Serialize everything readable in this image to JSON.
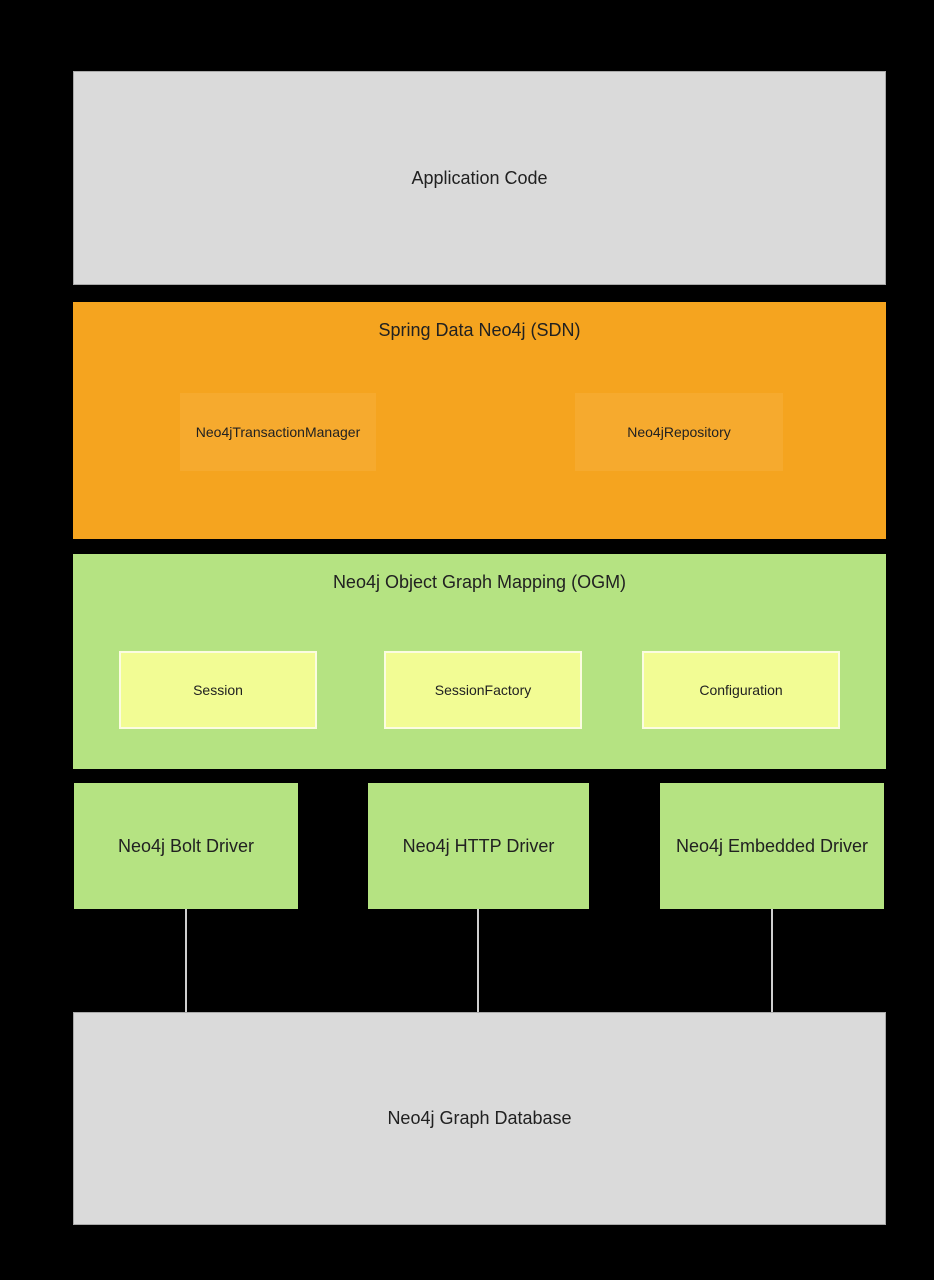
{
  "colors": {
    "background": "#000000",
    "gray_box": "#dadada",
    "gray_box_border": "#a9a9a9",
    "sdn_orange": "#f5a41f",
    "sdn_inner_orange": "#f6aa2e",
    "green": "#b5e382",
    "yellow_inner": "#f2fc94",
    "yellow_inner_border": "#fbfce0",
    "connector_line": "#cfcfcf",
    "text": "#212121"
  },
  "diagram": {
    "application": {
      "label": "Application Code"
    },
    "sdn": {
      "title": "Spring Data Neo4j (SDN)",
      "components": [
        {
          "label": "Neo4jTransactionManager"
        },
        {
          "label": "Neo4jRepository"
        }
      ]
    },
    "ogm": {
      "title": "Neo4j Object Graph Mapping (OGM)",
      "components": [
        {
          "label": "Session"
        },
        {
          "label": "SessionFactory"
        },
        {
          "label": "Configuration"
        }
      ]
    },
    "drivers": [
      {
        "label": "Neo4j Bolt Driver"
      },
      {
        "label": "Neo4j HTTP Driver"
      },
      {
        "label": "Neo4j Embedded Driver"
      }
    ],
    "database": {
      "label": "Neo4j Graph Database"
    }
  }
}
